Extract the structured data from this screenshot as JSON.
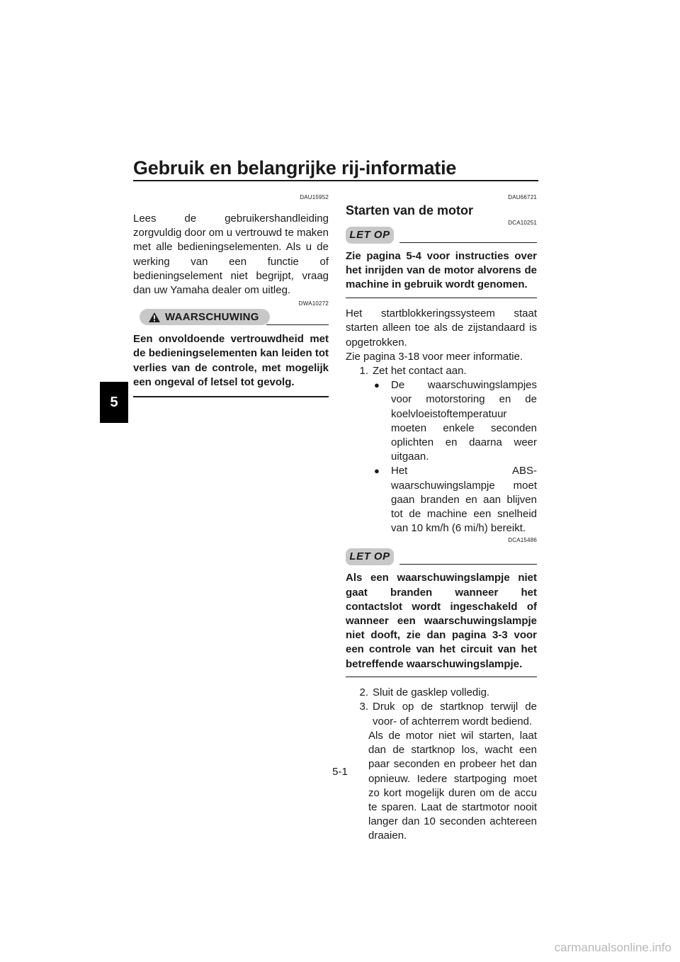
{
  "header": {
    "title": "Gebruik en belangrijke rij-informatie",
    "chapter": "5"
  },
  "left": {
    "code1": "DAU15952",
    "intro": "Lees de gebruikershandleiding zorgvuldig door om u vertrouwd te maken met alle bedieningselementen. Als u de werking van een functie of bedieningselement niet begrijpt, vraag dan uw Yamaha dealer om uitleg.",
    "code2": "DWA10272",
    "warning_label": "WAARSCHUWING",
    "warning_text": "Een onvoldoende vertrouwdheid met de bedieningselementen kan leiden tot verlies van de controle, met mogelijk een ongeval of letsel tot gevolg."
  },
  "right": {
    "code1": "DAU66721",
    "section_title": "Starten van de motor",
    "code2": "DCA10251",
    "notice_label": "LET OP",
    "notice1_text": "Zie pagina 5-4 voor instructies over het inrijden van de motor alvorens de machine in gebruik wordt genomen.",
    "para1": "Het startblokkeringssysteem staat starten alleen toe als de zijstandaard is opgetrokken.",
    "para2": "Zie pagina 3-18 voor meer informatie.",
    "step1_num": "1.",
    "step1_text": "Zet het contact aan.",
    "bullet1": "De waarschuwingslampjes voor motorstoring en de koelvloeistoftemperatuur moeten enkele seconden oplichten en daarna weer uitgaan.",
    "bullet2": "Het ABS-waarschuwingslampje moet gaan branden en aan blijven tot de machine een snelheid van 10 km/h (6 mi/h) bereikt.",
    "code3": "DCA15486",
    "notice2_text": "Als een waarschuwingslampje niet gaat branden wanneer het contactslot wordt ingeschakeld of wanneer een waarschuwingslampje niet dooft, zie dan pagina 3-3 voor een controle van het circuit van het betreffende waarschuwingslampje.",
    "step2_num": "2.",
    "step2_text": "Sluit de gasklep volledig.",
    "step3_num": "3.",
    "step3_text": "Druk op de startknop terwijl de voor- of achterrem wordt bediend.",
    "step3_extra": "Als de motor niet wil starten, laat dan de startknop los, wacht een paar seconden en probeer het dan opnieuw. Iedere startpoging moet zo kort mogelijk duren om de accu te sparen. Laat de startmotor nooit langer dan 10 seconden achtereen draaien."
  },
  "footer": {
    "page_number": "5-1",
    "watermark": "carmanualsonline.info"
  }
}
